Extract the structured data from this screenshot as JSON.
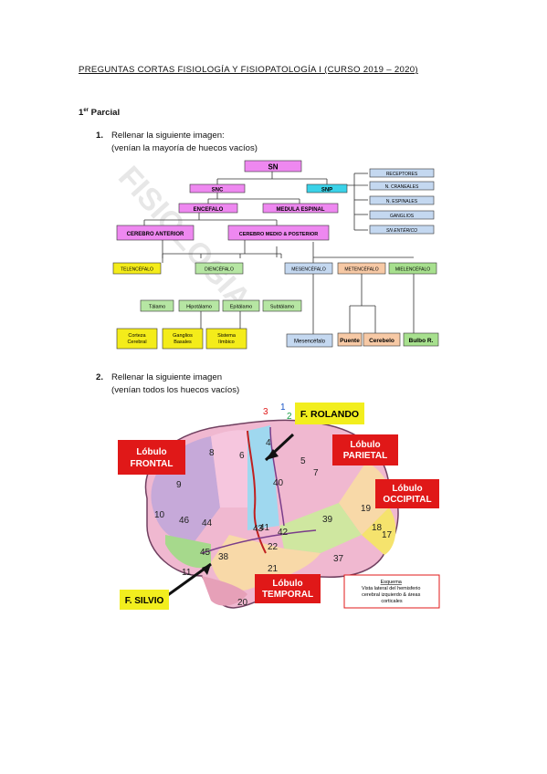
{
  "document": {
    "title": "PREGUNTAS CORTAS FISIOLOGÍA Y FISIOPATOLOGÍA I (CURSO 2019 – 2020)",
    "section": "1",
    "section_sup": "er",
    "section_rest": " Parcial"
  },
  "questions": [
    {
      "number": "1.",
      "line1": "Rellenar la siguiente imagen:",
      "line2": "(venían la mayoría de huecos vacíos)"
    },
    {
      "number": "2.",
      "line1": "Rellenar la siguiente imagen",
      "line2": "(venían todos los huecos vacíos)"
    }
  ],
  "diagram1": {
    "sn": "SN",
    "snc": "SNC",
    "snp": "SNP",
    "encefalo": "ENCEFALO",
    "medula": "MEDULA ESPINAL",
    "cerebro_anterior": "CEREBRO ANTERIOR",
    "cerebro_medio": "CEREBRO MEDIO & POSTERIOR",
    "telencefalo": "TELENCÉFALO",
    "diencefalo": "DIENCÉFALO",
    "mesencefalo_top": "MESENCÉFALO",
    "metencefalo": "METENCÉFALO",
    "mielencefalo": "MIELENCÉFALO",
    "talamo": "Tálamo",
    "hipotalamo": "Hipotálamo",
    "epitalamo": "Epitálamo",
    "subtalamo": "Subtálamo",
    "corteza": [
      "Corteza",
      "Cerebral"
    ],
    "ganglios": [
      "Ganglios",
      "Basales"
    ],
    "sistema": [
      "Sistema",
      "límbico"
    ],
    "mesencefalo_bottom": "Mesencéfalo",
    "puente": "Puente",
    "cerebelo": "Cerebelo",
    "bulbo": "Bulbo R.",
    "snp_items": [
      "RECEPTORES",
      "N. CRANEALES",
      "N. ESPINALES",
      "GANGLIOS",
      "SN ENTÉRICO"
    ],
    "colors": {
      "magenta": "#ee88f0",
      "cyan": "#3ad2e8",
      "yellow": "#f4ec1a",
      "green": "#b6e6a3",
      "blue": "#c4d8f0",
      "orange": "#f7c9a5",
      "lightgreen": "#a7e08e"
    }
  },
  "diagram2": {
    "labels": {
      "rolando": "F. ROLANDO",
      "silvio": "F. SILVIO",
      "frontal": [
        "Lóbulo",
        "FRONTAL"
      ],
      "parietal": [
        "Lóbulo",
        "PARIETAL"
      ],
      "occipital": [
        "Lóbulo",
        "OCCIPITAL"
      ],
      "temporal": [
        "Lóbulo",
        "TEMPORAL"
      ]
    },
    "numbers": [
      "3",
      "1",
      "2",
      "4",
      "8",
      "6",
      "5",
      "7",
      "40",
      "9",
      "10",
      "46",
      "44",
      "45",
      "43",
      "41",
      "42",
      "22",
      "39",
      "19",
      "18",
      "17",
      "38",
      "21",
      "37",
      "11",
      "20"
    ],
    "legend": [
      "Esquema",
      "Vista lateral del hemisferio",
      "cerebral izquierdo & áreas",
      "corticales"
    ],
    "colors": {
      "label_red": "#e01818",
      "label_yellow": "#f2ee1e"
    }
  }
}
